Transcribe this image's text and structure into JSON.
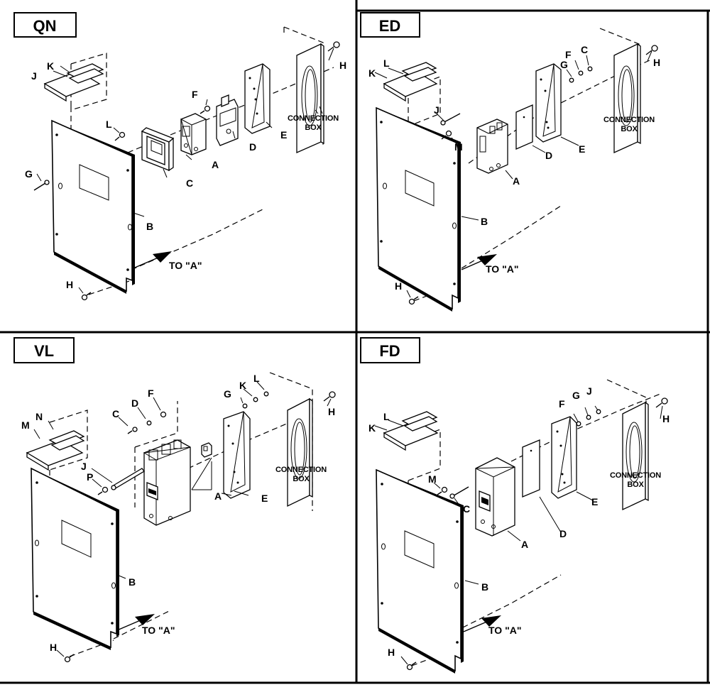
{
  "panels": {
    "qn": {
      "title": "QN",
      "labels": {
        "A": "A",
        "B": "B",
        "C": "C",
        "D": "D",
        "E": "E",
        "F": "F",
        "G": "G",
        "H1": "H",
        "H2": "H",
        "J": "J",
        "K": "K",
        "L": "L"
      },
      "connection_box": [
        "CONNECTION",
        "BOX"
      ],
      "to_a": "TO \"A\""
    },
    "ed": {
      "title": "ED",
      "labels": {
        "A": "A",
        "B": "B",
        "C": "C",
        "D": "D",
        "E": "E",
        "F": "F",
        "G": "G",
        "H1": "H",
        "H2": "H",
        "J": "J",
        "K": "K",
        "L": "L",
        "M": "M"
      },
      "connection_box": [
        "CONNECTION",
        "BOX"
      ],
      "to_a": "TO \"A\""
    },
    "vl": {
      "title": "VL",
      "labels": {
        "A": "A",
        "B": "B",
        "C": "C",
        "D": "D",
        "E": "E",
        "F": "F",
        "G": "G",
        "H1": "H",
        "H2": "H",
        "J": "J",
        "K": "K",
        "L": "L",
        "M": "M",
        "N": "N",
        "P": "P"
      },
      "connection_box": [
        "CONNECTION",
        "BOX"
      ],
      "to_a": "TO \"A\""
    },
    "fd": {
      "title": "FD",
      "labels": {
        "A": "A",
        "B": "B",
        "C": "C",
        "D": "D",
        "E": "E",
        "F": "F",
        "G": "G",
        "H1": "H",
        "H2": "H",
        "J": "J",
        "K": "K",
        "L": "L",
        "M": "M"
      },
      "connection_box": [
        "CONNECTION",
        "BOX"
      ],
      "to_a": "TO \"A\""
    }
  }
}
